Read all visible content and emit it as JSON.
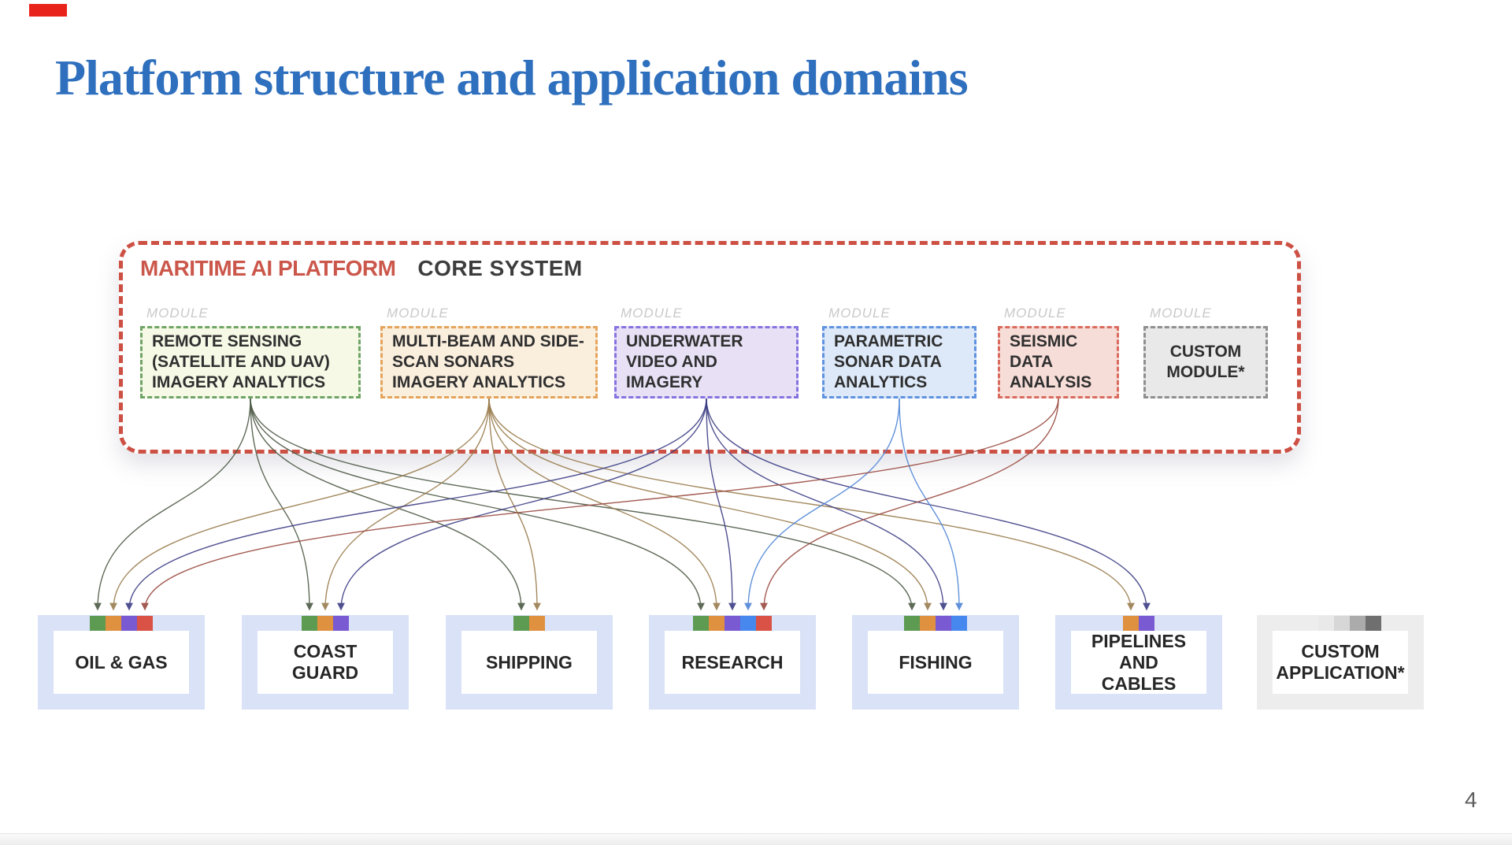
{
  "title": "Platform structure and application domains",
  "page": {
    "number": "4"
  },
  "core": {
    "brand": "MARITIME AI PLATFORM",
    "label": "CORE SYSTEM",
    "module_tag": "MODULE"
  },
  "modules": [
    {
      "id": "remote-sensing",
      "label": "REMOTE SENSING (SATELLITE AND UAV) IMAGERY ANALYTICS",
      "color": "green"
    },
    {
      "id": "sonars",
      "label": "MULTI-BEAM AND SIDE-SCAN SONARS IMAGERY ANALYTICS",
      "color": "orange"
    },
    {
      "id": "underwater",
      "label": "UNDERWATER VIDEO AND IMAGERY",
      "color": "purple"
    },
    {
      "id": "parametric",
      "label": "PARAMETRIC SONAR DATA ANALYTICS",
      "color": "blue"
    },
    {
      "id": "seismic",
      "label": "SEISMIC DATA ANALYSIS",
      "color": "red"
    },
    {
      "id": "custom-module",
      "label": "CUSTOM MODULE*",
      "color": "gray"
    }
  ],
  "applications": [
    {
      "id": "oil-gas",
      "label": "OIL & GAS",
      "squares": [
        "green",
        "orange",
        "purple",
        "red"
      ]
    },
    {
      "id": "coast-guard",
      "label": "COAST GUARD",
      "squares": [
        "green",
        "orange",
        "purple"
      ]
    },
    {
      "id": "shipping",
      "label": "SHIPPING",
      "squares": [
        "green",
        "orange"
      ]
    },
    {
      "id": "research",
      "label": "RESEARCH",
      "squares": [
        "green",
        "orange",
        "purple",
        "blue",
        "red"
      ]
    },
    {
      "id": "fishing",
      "label": "FISHING",
      "squares": [
        "green",
        "orange",
        "purple",
        "blue"
      ]
    },
    {
      "id": "pipelines",
      "label": "PIPELINES AND CABLES",
      "squares": [
        "orange",
        "purple"
      ]
    },
    {
      "id": "custom-app",
      "label": "CUSTOM APPLICATION*",
      "squares": [
        "gray-1",
        "gray-2",
        "gray-3",
        "gray-4"
      ],
      "custom": true
    }
  ],
  "connections": [
    {
      "from": "remote-sensing",
      "to": "oil-gas"
    },
    {
      "from": "remote-sensing",
      "to": "coast-guard"
    },
    {
      "from": "remote-sensing",
      "to": "shipping"
    },
    {
      "from": "remote-sensing",
      "to": "research"
    },
    {
      "from": "remote-sensing",
      "to": "fishing"
    },
    {
      "from": "sonars",
      "to": "oil-gas"
    },
    {
      "from": "sonars",
      "to": "coast-guard"
    },
    {
      "from": "sonars",
      "to": "shipping"
    },
    {
      "from": "sonars",
      "to": "research"
    },
    {
      "from": "sonars",
      "to": "fishing"
    },
    {
      "from": "sonars",
      "to": "pipelines"
    },
    {
      "from": "underwater",
      "to": "oil-gas"
    },
    {
      "from": "underwater",
      "to": "coast-guard"
    },
    {
      "from": "underwater",
      "to": "research"
    },
    {
      "from": "underwater",
      "to": "fishing"
    },
    {
      "from": "underwater",
      "to": "pipelines"
    },
    {
      "from": "parametric",
      "to": "research"
    },
    {
      "from": "parametric",
      "to": "fishing"
    },
    {
      "from": "seismic",
      "to": "oil-gas"
    },
    {
      "from": "seismic",
      "to": "research"
    }
  ],
  "colors": {
    "title": "#2e6fbe",
    "core_border": "#cd5044",
    "brand_text": "#cb574b",
    "core_label_text": "#3d3d3d",
    "module_border": {
      "green": "#6fa465",
      "orange": "#e5a45c",
      "purple": "#8673e0",
      "blue": "#5f93e0",
      "red": "#d96b5e",
      "gray": "#8f8f8f"
    },
    "module_fill": {
      "green": "#f5f9e6",
      "orange": "#faeedd",
      "purple": "#e8e1f6",
      "blue": "#dde9f9",
      "red": "#f7ddd8",
      "gray": "#e9e9e9"
    },
    "square": {
      "green": "#5d9b52",
      "orange": "#e0913f",
      "purple": "#7a5ad2",
      "blue": "#4788ee",
      "red": "#d95245",
      "gray-1": "#e9e9e9",
      "gray-2": "#d7d7d7",
      "gray-3": "#ababab",
      "gray-4": "#6f6f6f"
    },
    "line": {
      "green": "#4d5a46",
      "orange": "#9a7d4e",
      "purple": "#3c3e85",
      "blue": "#4f86d6",
      "red": "#9a4a40"
    },
    "app_frame": "#d9e2f6",
    "custom_app_frame": "#ededed"
  }
}
